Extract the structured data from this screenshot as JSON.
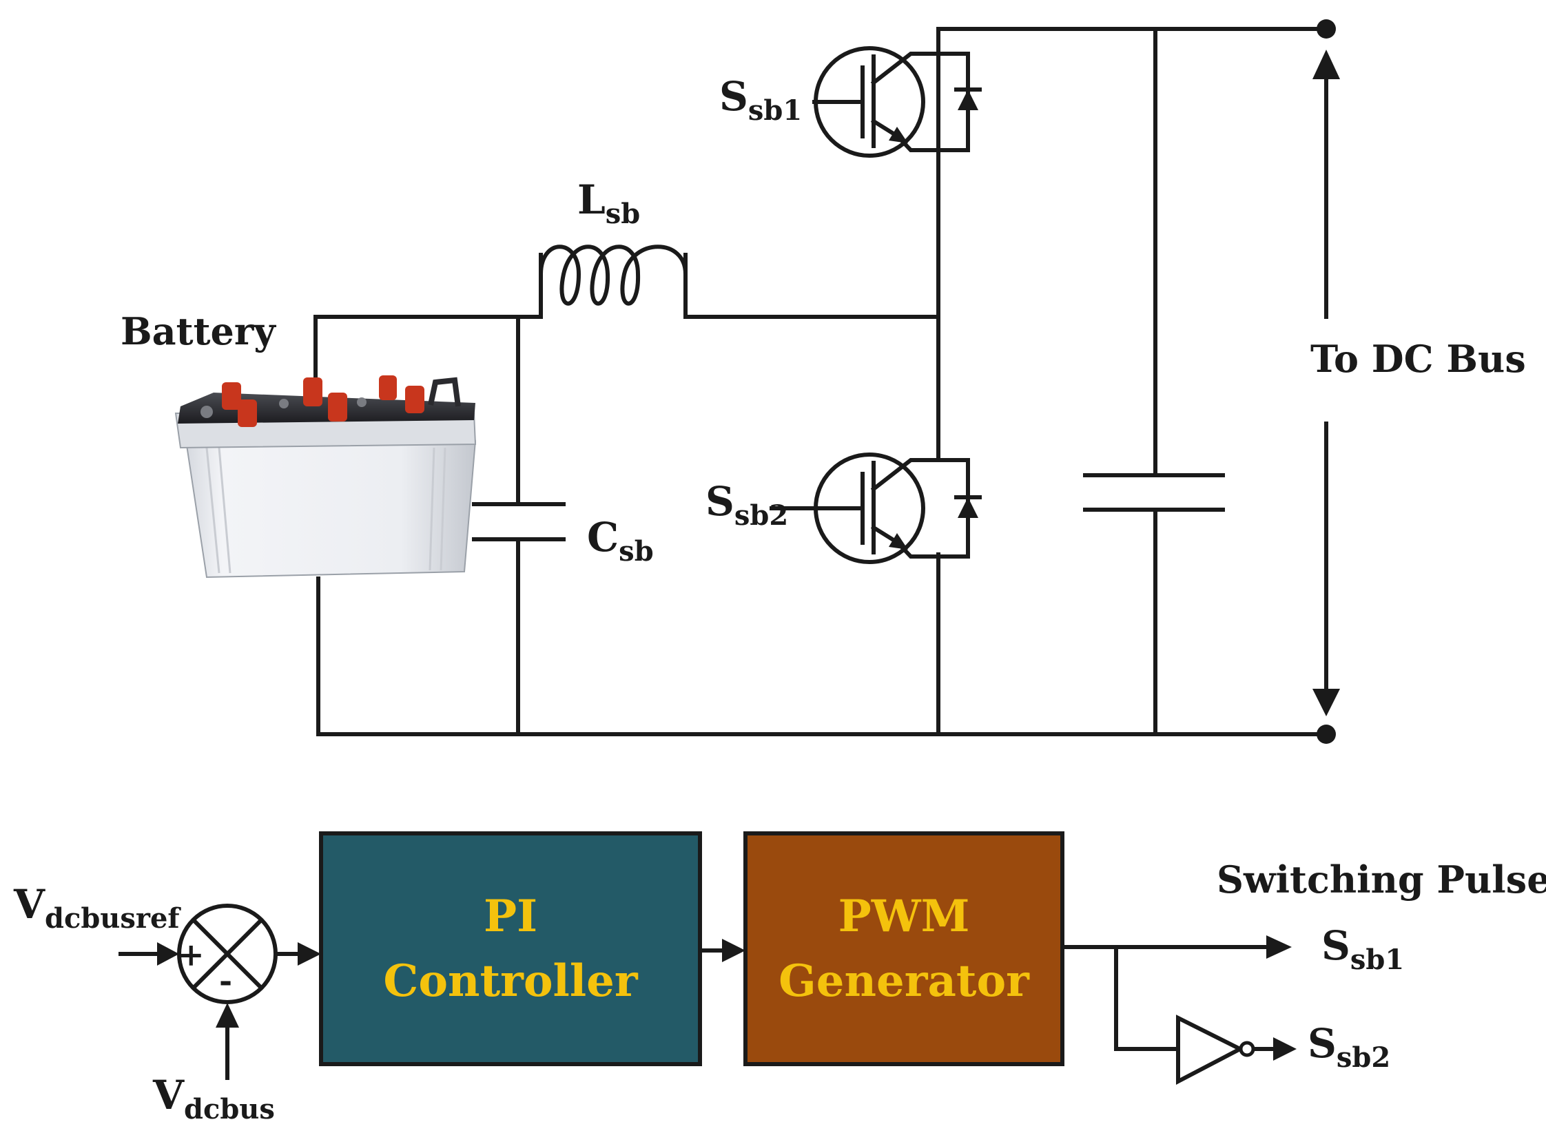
{
  "labels": {
    "battery": "Battery",
    "inductor_main": "L",
    "inductor_sub": "sb",
    "capacitor_main": "C",
    "capacitor_sub": "sb",
    "switch1_main": "S",
    "switch1_sub": "sb1",
    "switch2_main": "S",
    "switch2_sub": "sb2",
    "dc_bus": "To DC Bus",
    "vref_main": "V",
    "vref_sub": "dcbusref",
    "vbus_main": "V",
    "vbus_sub": "dcbus",
    "plus": "+",
    "minus": "-",
    "switching_pulses": "Switching Pulses",
    "out1_main": "S",
    "out1_sub": "sb1",
    "out2_main": "S",
    "out2_sub": "sb2"
  },
  "blocks": {
    "pi_line1": "PI",
    "pi_line2": "Controller",
    "pwm_line1": "PWM",
    "pwm_line2": "Generator"
  },
  "colors": {
    "pi_block": "#235a67",
    "pwm_block": "#9a4a0d",
    "block_text": "#f4c20d",
    "battery_case": "#eef0f4",
    "battery_lid": "#2a2a2e",
    "battery_terminal": "#c8361d"
  }
}
